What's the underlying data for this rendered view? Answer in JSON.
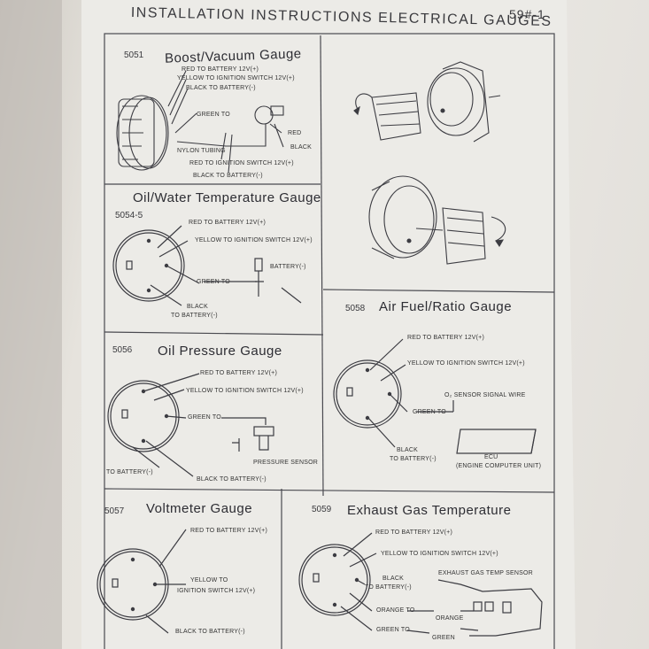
{
  "header": {
    "title": "INSTALLATION INSTRUCTIONS ELECTRICAL GAUGES",
    "page_no": "59#-1"
  },
  "sections": {
    "boost": {
      "number": "5051",
      "title": "Boost/Vacuum Gauge",
      "labels": [
        "RED TO BATTERY 12V(+)",
        "YELLOW TO IGNITION SWITCH 12V(+)",
        "BLACK TO BATTERY(-)",
        "GREEN TO",
        "RED",
        "BLACK",
        "NYLON TUBING",
        "RED TO IGNITION SWITCH 12V(+)",
        "BLACK TO BATTERY(-)"
      ]
    },
    "oil_water": {
      "number": "5054-5",
      "title": "Oil/Water Temperature Gauge",
      "labels": [
        "RED TO BATTERY 12V(+)",
        "YELLOW TO IGNITION SWITCH 12V(+)",
        "BATTERY(-)",
        "GREEN TO",
        "BLACK",
        "TO BATTERY(-)"
      ]
    },
    "air_fuel": {
      "number": "5058",
      "title": "Air Fuel/Ratio Gauge",
      "labels": [
        "RED TO BATTERY 12V(+)",
        "YELLOW TO IGNITION SWITCH 12V(+)",
        "O₂ SENSOR SIGNAL WIRE",
        "GREEN TO",
        "BLACK",
        "TO BATTERY(-)",
        "ECU",
        "(ENGINE COMPUTER UNIT)"
      ]
    },
    "oil_pressure": {
      "number": "5056",
      "title": "Oil Pressure Gauge",
      "labels": [
        "RED TO BATTERY 12V(+)",
        "YELLOW TO IGNITION SWITCH 12V(+)",
        "GREEN TO",
        "PRESSURE SENSOR",
        "TO BATTERY(-)",
        "BLACK TO BATTERY(-)"
      ]
    },
    "voltmeter": {
      "number": "5057",
      "title": "Voltmeter Gauge",
      "labels": [
        "RED TO BATTERY 12V(+)",
        "YELLOW TO",
        "IGNITION SWITCH 12V(+)",
        "BLACK TO BATTERY(-)"
      ]
    },
    "exhaust": {
      "number": "5059",
      "title": "Exhaust Gas Temperature",
      "labels": [
        "RED TO BATTERY 12V(+)",
        "YELLOW TO IGNITION SWITCH 12V(+)",
        "EXHAUST GAS TEMP SENSOR",
        "BLACK",
        "TO BATTERY(-)",
        "ORANGE TO",
        "ORANGE",
        "GREEN TO",
        "GREEN"
      ]
    }
  }
}
